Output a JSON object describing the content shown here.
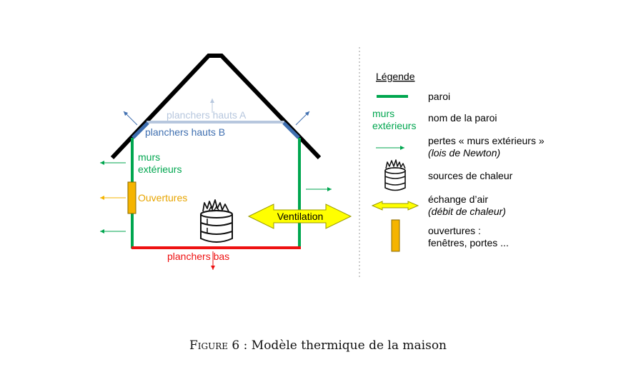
{
  "diagram": {
    "labels": {
      "planchers_hauts_a": "planchers hauts A",
      "planchers_hauts_b": "planchers hauts B",
      "murs_ext_line1": "murs",
      "murs_ext_line2": "extérieurs",
      "ouvertures": "Ouvertures",
      "ventilation": "Ventilation",
      "planchers_bas": "planchers bas"
    }
  },
  "legend": {
    "title": "Légende",
    "items": {
      "paroi": "paroi",
      "nom_sample_line1": "murs",
      "nom_sample_line2": "extérieurs",
      "nom_paroi": "nom de la paroi",
      "pertes_line1": "pertes « murs extérieurs »",
      "pertes_line2": "(lois de Newton)",
      "sources": "sources de chaleur",
      "echange_line1": "échange d’air",
      "echange_line2": "(débit de chaleur)",
      "ouvertures_line1": "ouvertures :",
      "ouvertures_line2": "fenêtres, portes ..."
    }
  },
  "caption": {
    "label": "Figure 6",
    "sep": " : ",
    "text": "Modèle thermique de la maison"
  },
  "colors": {
    "paroi_green": "#00a64f",
    "floor_red": "#ee1111",
    "ceiling_a": "#b7c7de",
    "ceiling_b": "#3f6fb0",
    "opening_orange": "#f5b400",
    "ventilation_yellow": "#ffff00",
    "opening_label": "#e8a500"
  }
}
